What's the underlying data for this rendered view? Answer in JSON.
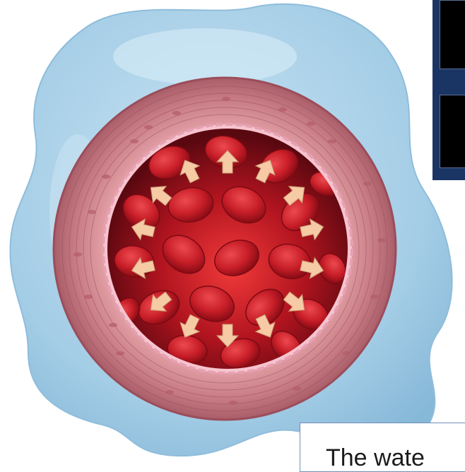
{
  "caption": {
    "text": "The wate"
  },
  "colors": {
    "tissue": "#a8d0e8",
    "vessel_wall": "#c9828a",
    "lumen": "#a8121e",
    "rbc": "#d0202c",
    "arrow": "#f6caa4",
    "panel": "#1a3563"
  },
  "arrows": {
    "count": 14,
    "direction": "outward"
  }
}
